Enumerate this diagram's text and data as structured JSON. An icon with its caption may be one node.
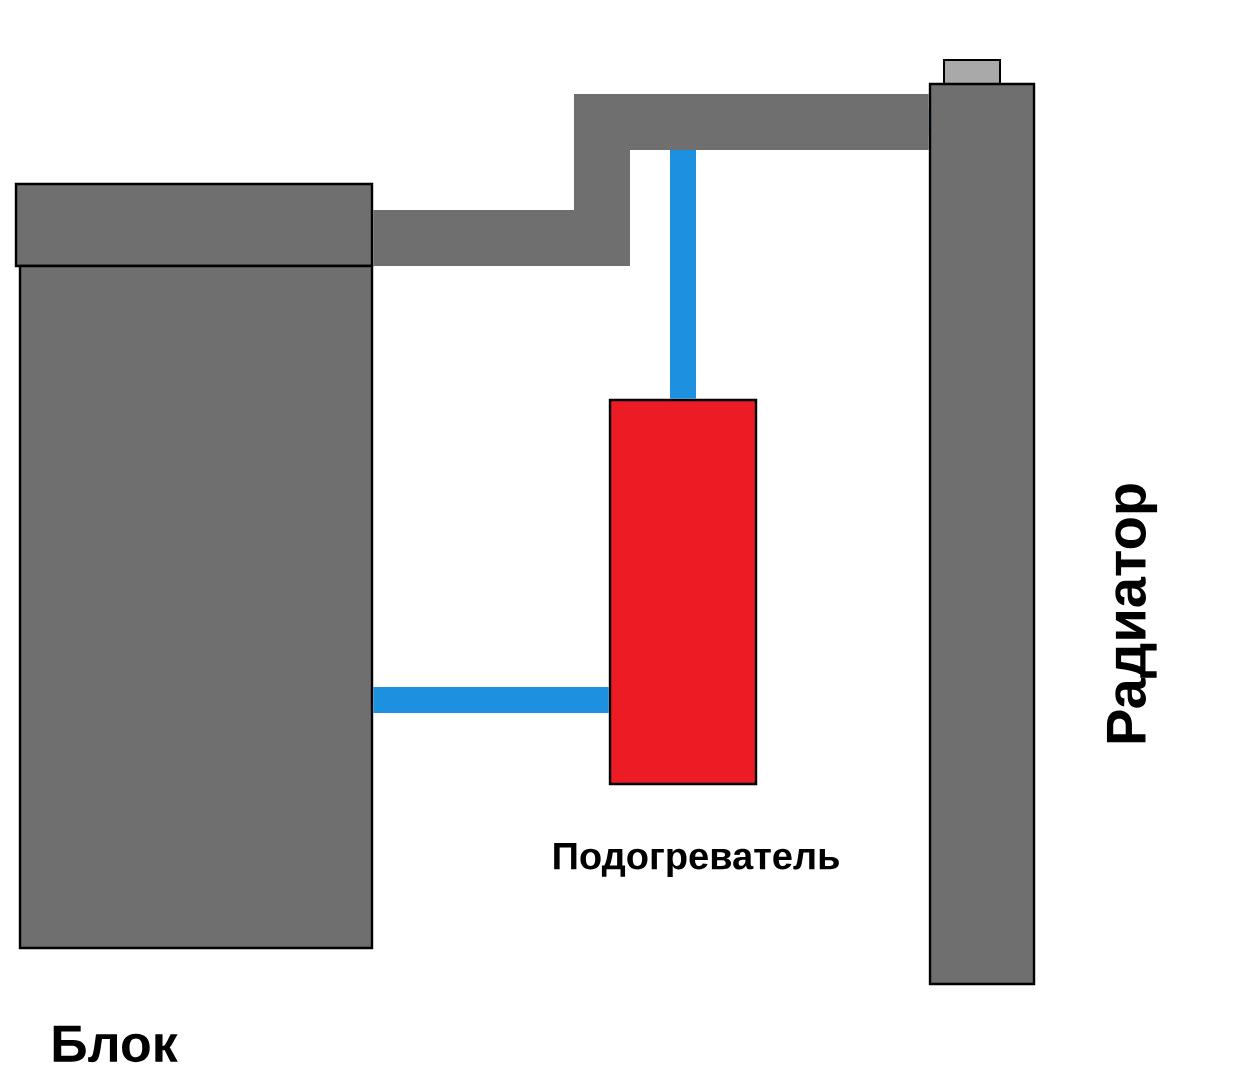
{
  "diagram": {
    "nodes": [
      {
        "text": [
          "Блок"
        ]
      },
      {
        "text": [
          "Подогреватель"
        ]
      },
      {
        "text": [
          "Радиатор"
        ]
      }
    ],
    "edges": [
      {
        "from": 0,
        "to": 2,
        "arrow": "none",
        "style": "thick",
        "color": "#6f6f6f"
      },
      {
        "from": 0,
        "to": 1,
        "arrow": "none"
      },
      {
        "from": 1,
        "to": 2,
        "arrow": "none"
      }
    ]
  }
}
